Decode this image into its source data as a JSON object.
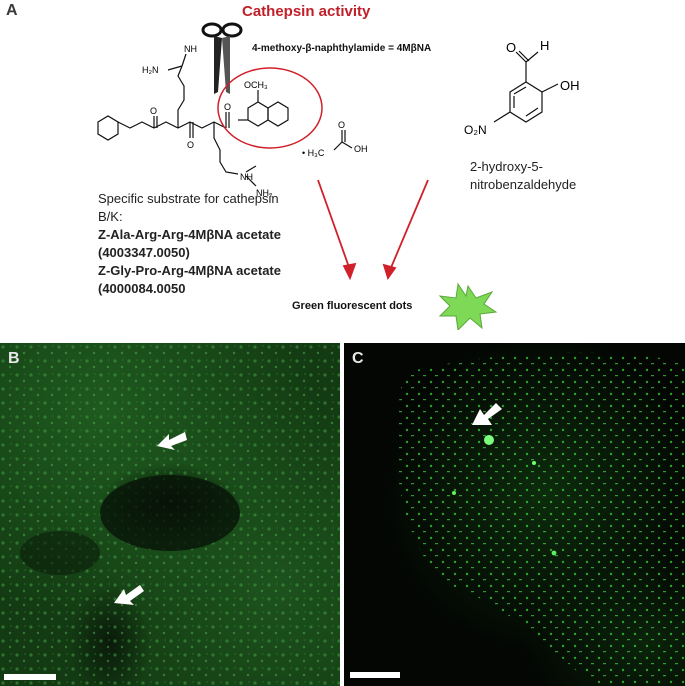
{
  "panel_a": {
    "letter": "A",
    "title": "Cathepsin activity",
    "mbna_note": "4-methoxy-β-naphthylamide = 4MβNA",
    "atoms": {
      "h2n": "H₂N",
      "nh_imine_top": "NH",
      "o": "O",
      "n_h": "N",
      "h": "H",
      "och3": "OCH₃",
      "nh": "NH",
      "nh2": "NH₂",
      "acetate": "• H₃C",
      "oh": "OH",
      "o2n": "O₂N"
    },
    "substrate_caption": {
      "line1": "Specific substrate for cathepsin",
      "line2": "B/K:",
      "line3": "Z-Ala-Arg-Arg-4MβNA  acetate",
      "line4": "(4003347.0050)",
      "line5": "Z-Gly-Pro-Arg-4MβNA  acetate",
      "line6": "(4000084.0050"
    },
    "compound_name": {
      "line1": "2-hydroxy-5-",
      "line2": "nitrobenzaldehyde"
    },
    "result_label": "Green fluorescent dots"
  },
  "panel_b": {
    "letter": "B"
  },
  "panel_c": {
    "letter": "C"
  },
  "colors": {
    "accent_red": "#d0202a",
    "fluorescent_green": "#7ed957",
    "micrograph_dark": "#0a1a0a"
  }
}
